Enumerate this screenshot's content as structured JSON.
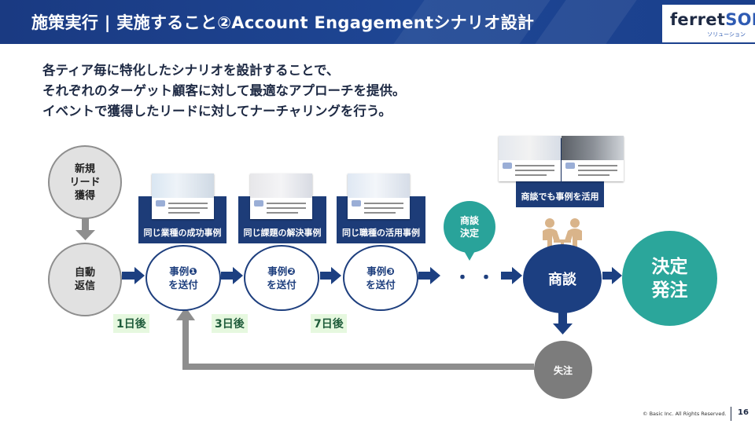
{
  "header": {
    "title": "施策実行 | 実施すること②Account Engagementシナリオ設計"
  },
  "logo": {
    "main": "ferret",
    "accent": "SOL",
    "sub": "ソリューション"
  },
  "intro": [
    "各ティア毎に特化したシナリオを設計することで、",
    "それぞれのターゲット顧客に対して最適なアプローチを提供。",
    "イベントで獲得したリードに対してナーチャリングを行う。"
  ],
  "flow": {
    "new_lead": [
      "新規",
      "リード",
      "獲得"
    ],
    "auto_reply": [
      "自動",
      "返信"
    ],
    "steps": [
      {
        "line1": "事例❶",
        "line2": "を送付",
        "card_label": "同じ業種の成功事例",
        "day": "1日後"
      },
      {
        "line1": "事例❷",
        "line2": "を送付",
        "card_label": "同じ課題の解決事例",
        "day": "3日後"
      },
      {
        "line1": "事例❸",
        "line2": "を送付",
        "card_label": "同じ職種の活用事例",
        "day": "7日後"
      }
    ],
    "ellipsis": "・・・",
    "meeting_decided": [
      "商談",
      "決定"
    ],
    "meeting_card_label": "商談でも事例を活用",
    "meeting": "商談",
    "won": [
      "決定",
      "発注"
    ],
    "lost": "失注"
  },
  "colors": {
    "navy": "#1c3f81",
    "teal": "#2ba69b",
    "grey": "#7c7c7c",
    "day_bg": "#e6f8df"
  },
  "footer": {
    "copyright": "© Basic Inc. All Rights Reserved.",
    "page": "16"
  }
}
